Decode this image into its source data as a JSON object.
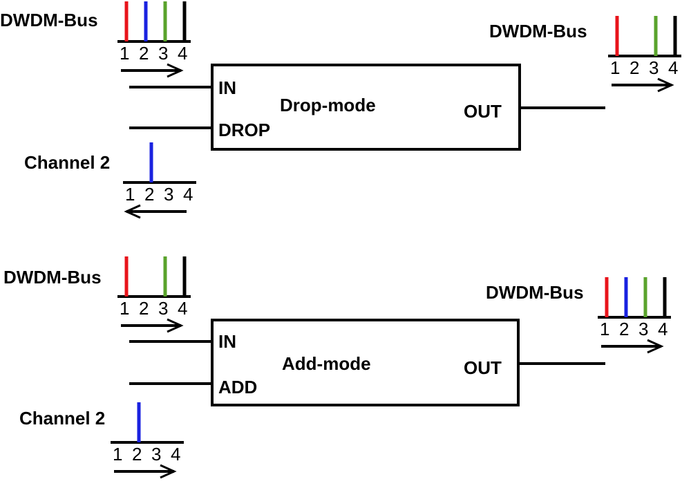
{
  "colors": {
    "ch1": "#e8141b",
    "ch2": "#1a22e0",
    "ch3": "#5aa32c",
    "ch4": "#000000"
  },
  "channel_numbers": [
    "1",
    "2",
    "3",
    "4"
  ],
  "drop": {
    "block_label": "Drop-mode",
    "port_in": "IN",
    "port_drop": "DROP",
    "port_out": "OUT",
    "input_bus": {
      "label": "DWDM-Bus",
      "channels": [
        1,
        2,
        3,
        4
      ],
      "direction": "right"
    },
    "output_bus": {
      "label": "DWDM-Bus",
      "channels": [
        1,
        3,
        4
      ],
      "direction": "right"
    },
    "channel_bus": {
      "label": "Channel 2",
      "channels": [
        2
      ],
      "direction": "left"
    }
  },
  "add": {
    "block_label": "Add-mode",
    "port_in": "IN",
    "port_add": "ADD",
    "port_out": "OUT",
    "input_bus": {
      "label": "DWDM-Bus",
      "channels": [
        1,
        3,
        4
      ],
      "direction": "right"
    },
    "output_bus": {
      "label": "DWDM-Bus",
      "channels": [
        1,
        2,
        3,
        4
      ],
      "direction": "right"
    },
    "channel_bus": {
      "label": "Channel 2",
      "channels": [
        2
      ],
      "direction": "right"
    }
  }
}
